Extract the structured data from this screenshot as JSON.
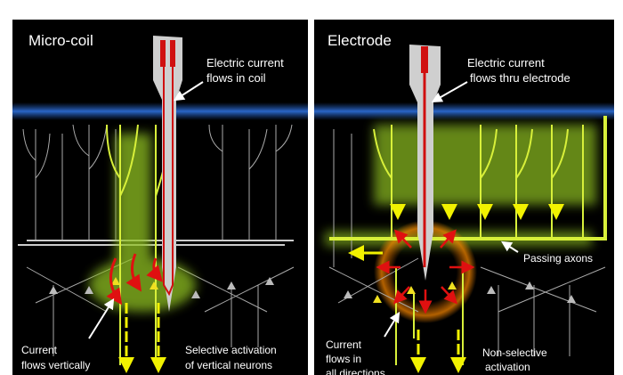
{
  "panels": [
    {
      "title": "Micro-coil",
      "probe_label": [
        "Electric current",
        "flows in coil"
      ],
      "bottom_left_label": [
        "Current",
        "flows vertically"
      ],
      "bottom_right_label": [
        "Selective activation",
        "of vertical neurons"
      ]
    },
    {
      "title": "Electrode",
      "probe_label": [
        "Electric current",
        "flows thru electrode"
      ],
      "axons_label": "Passing axons",
      "bottom_left_label": [
        "Current",
        "flows in",
        "all directions"
      ],
      "bottom_right_label": [
        "Non-selective",
        "activation"
      ]
    }
  ],
  "colors": {
    "background": "#000000",
    "surface": "#1f4fa0",
    "neuron_inactive": "#bdbdbd",
    "neuron_active": "#d8f03a",
    "current": "#e01010",
    "arrow_yellow": "#f2f200"
  }
}
